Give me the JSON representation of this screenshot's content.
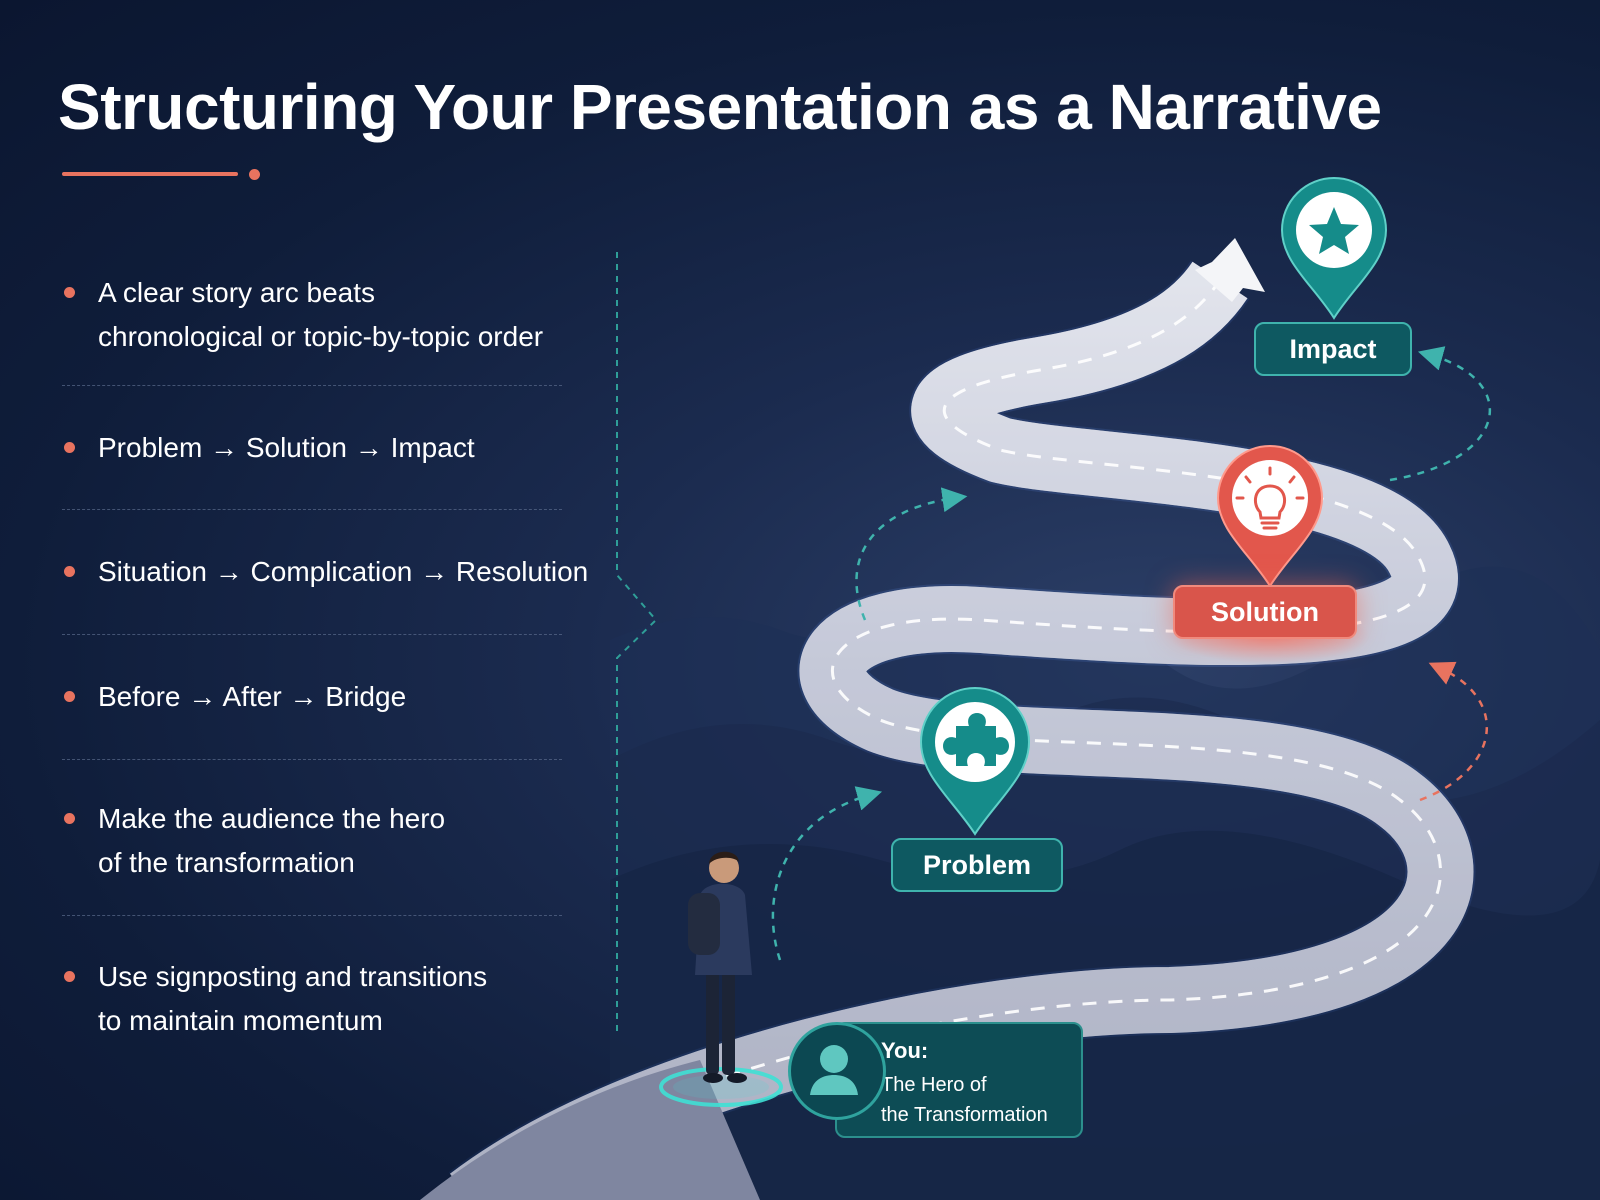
{
  "title": "Structuring Your Presentation as a Narrative",
  "bullets": [
    {
      "line1": "A clear story arc beats",
      "line2": "chronological or topic-by-topic order"
    },
    {
      "line1": "Problem → Solution → Impact",
      "line2": ""
    },
    {
      "line1": "Situation → Complication → Resolution",
      "line2": ""
    },
    {
      "line1": "Before → After → Bridge",
      "line2": ""
    },
    {
      "line1": "Make the audience the hero",
      "line2": "of the transformation"
    },
    {
      "line1": "Use signposting and transitions",
      "line2": "to maintain momentum"
    }
  ],
  "journey": {
    "impact": {
      "label": "Impact",
      "icon": "star-icon"
    },
    "solution": {
      "label": "Solution",
      "icon": "lightbulb-icon"
    },
    "problem": {
      "label": "Problem",
      "icon": "puzzle-piece-icon"
    },
    "hero": {
      "title": "You:",
      "line1": "The Hero of",
      "line2": "the Transformation",
      "icon": "person-avatar-icon"
    }
  },
  "colors": {
    "background": "#0f1d3a",
    "accent_coral": "#e8735f",
    "teal": "#2f9e98",
    "teal_dark": "#0e5961",
    "solution_red": "#d9554b",
    "road": "#a7adc4"
  }
}
